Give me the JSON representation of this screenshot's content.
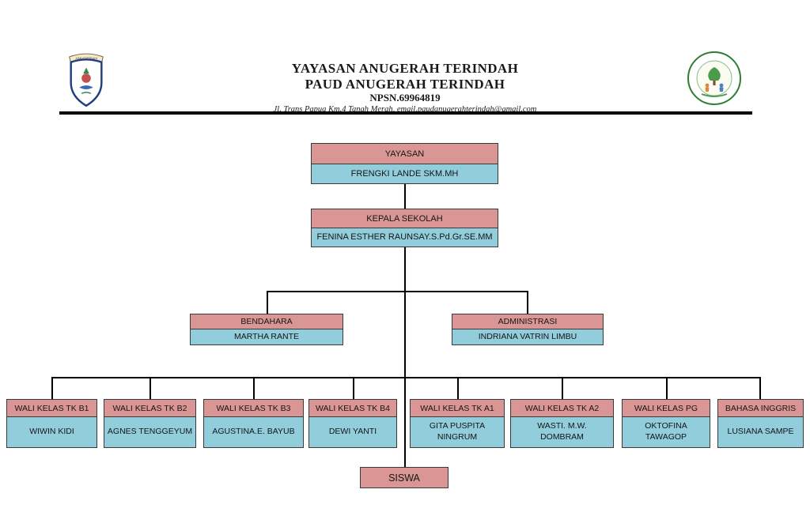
{
  "header": {
    "title_line1": "YAYASAN ANUGERAH TERINDAH",
    "title_line2": "PAUD ANUGERAH TERINDAH",
    "npsn": "NPSN.69964819",
    "address": "Jl. Trans Papua Km.4 Tanah Merah, email.paudanugerahterindah@gmail.com",
    "left_logo": "yayasan-shield-emblem",
    "right_logo": "paud-round-emblem"
  },
  "colors": {
    "header_fill": "#D99694",
    "body_fill": "#92CDDC",
    "border": "#3a3a3a",
    "line": "#000000"
  },
  "org": {
    "root": {
      "title": "YAYASAN",
      "name": "FRENGKI LANDE SKM.MH"
    },
    "principal": {
      "title": "KEPALA SEKOLAH",
      "name": "FENINA ESTHER RAUNSAY.S.Pd.Gr.SE.MM"
    },
    "staff": [
      {
        "title": "BENDAHARA",
        "name": "MARTHA RANTE"
      },
      {
        "title": "ADMINISTRASI",
        "name": "INDRIANA VATRIN LIMBU"
      }
    ],
    "classes": [
      {
        "title": "WALI KELAS TK B1",
        "name": "WIWIN KIDI"
      },
      {
        "title": "WALI KELAS TK B2",
        "name": "AGNES TENGGEYUM"
      },
      {
        "title": "WALI KELAS TK B3",
        "name": "AGUSTINA.E. BAYUB"
      },
      {
        "title": "WALI KELAS TK B4",
        "name": "DEWI YANTI"
      },
      {
        "title": "WALI KELAS TK A1",
        "name": "GITA PUSPITA\nNINGRUM"
      },
      {
        "title": "WALI KELAS TK A2",
        "name": "WASTI. M.W.\nDOMBRAM"
      },
      {
        "title": "WALI KELAS PG",
        "name": "OKTOFINA\nTAWAGOP"
      },
      {
        "title": "BAHASA INGGRIS",
        "name": "LUSIANA SAMPE"
      }
    ],
    "bottom": {
      "title": "SISWA"
    }
  }
}
